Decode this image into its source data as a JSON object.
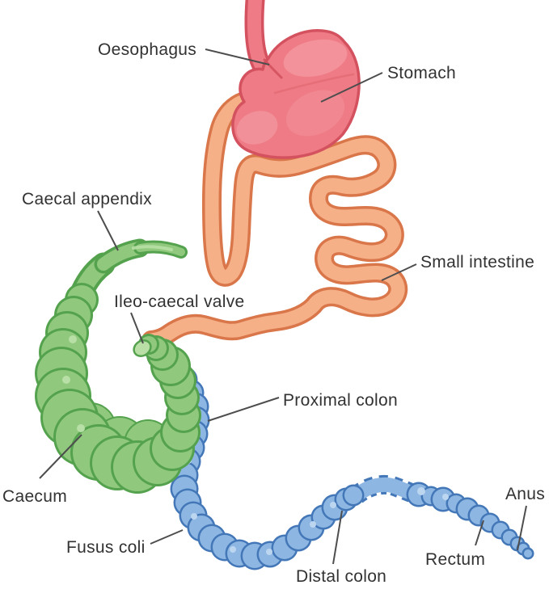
{
  "diagram": {
    "labels": {
      "oesophagus": "Oesophagus",
      "stomach": "Stomach",
      "caecal_appendix": "Caecal appendix",
      "ileo_caecal_valve": "Ileo-caecal valve",
      "small_intestine": "Small intestine",
      "proximal_colon": "Proximal colon",
      "caecum": "Caecum",
      "fusus_coli": "Fusus coli",
      "distal_colon": "Distal colon",
      "rectum": "Rectum",
      "anus": "Anus"
    },
    "colors": {
      "stomach_fill": "#ee7b85",
      "stomach_outline": "#d4525f",
      "intestine_fill": "#f6b088",
      "intestine_outline": "#d9764a",
      "caecum_fill": "#90c97d",
      "caecum_outline": "#55a24e",
      "colon_fill": "#8db7e2",
      "colon_outline": "#4377b8",
      "valve_fill": "#b9dfa6",
      "label_text": "#323232",
      "leader_line": "#4d4d4d",
      "background": "#ffffff"
    }
  }
}
